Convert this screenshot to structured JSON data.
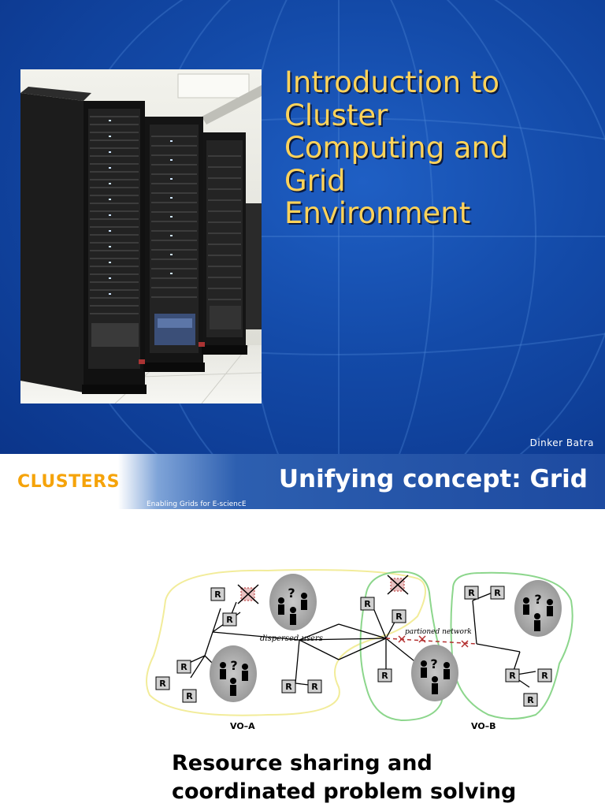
{
  "slide1": {
    "title_lines": [
      "Introduction to",
      "Cluster",
      "Computing and",
      "Grid",
      "Environment"
    ],
    "author": "Dinker Batra",
    "photo_description_icon": "server-rack-photo"
  },
  "slide2": {
    "logo": "CLUSTERS",
    "title": "Unifying concept: Grid",
    "tagline": "Enabling Grids for E-sciencE",
    "diagram": {
      "resource_label": "R",
      "question_label": "?",
      "dispersed_users": "dispersed users",
      "partitioned_network": "partioned network",
      "vo_a": "VO–A",
      "vo_b": "VO–B"
    },
    "caption_lines": [
      "Resource sharing and",
      "coordinated problem solving"
    ]
  },
  "colors": {
    "slide_blue": "#134aa8",
    "title_gold": "#ffd35a",
    "logo_orange": "#f5a30a",
    "vo_a_outline": "#f2ec9a",
    "vo_b_outline": "#8cd68c"
  }
}
